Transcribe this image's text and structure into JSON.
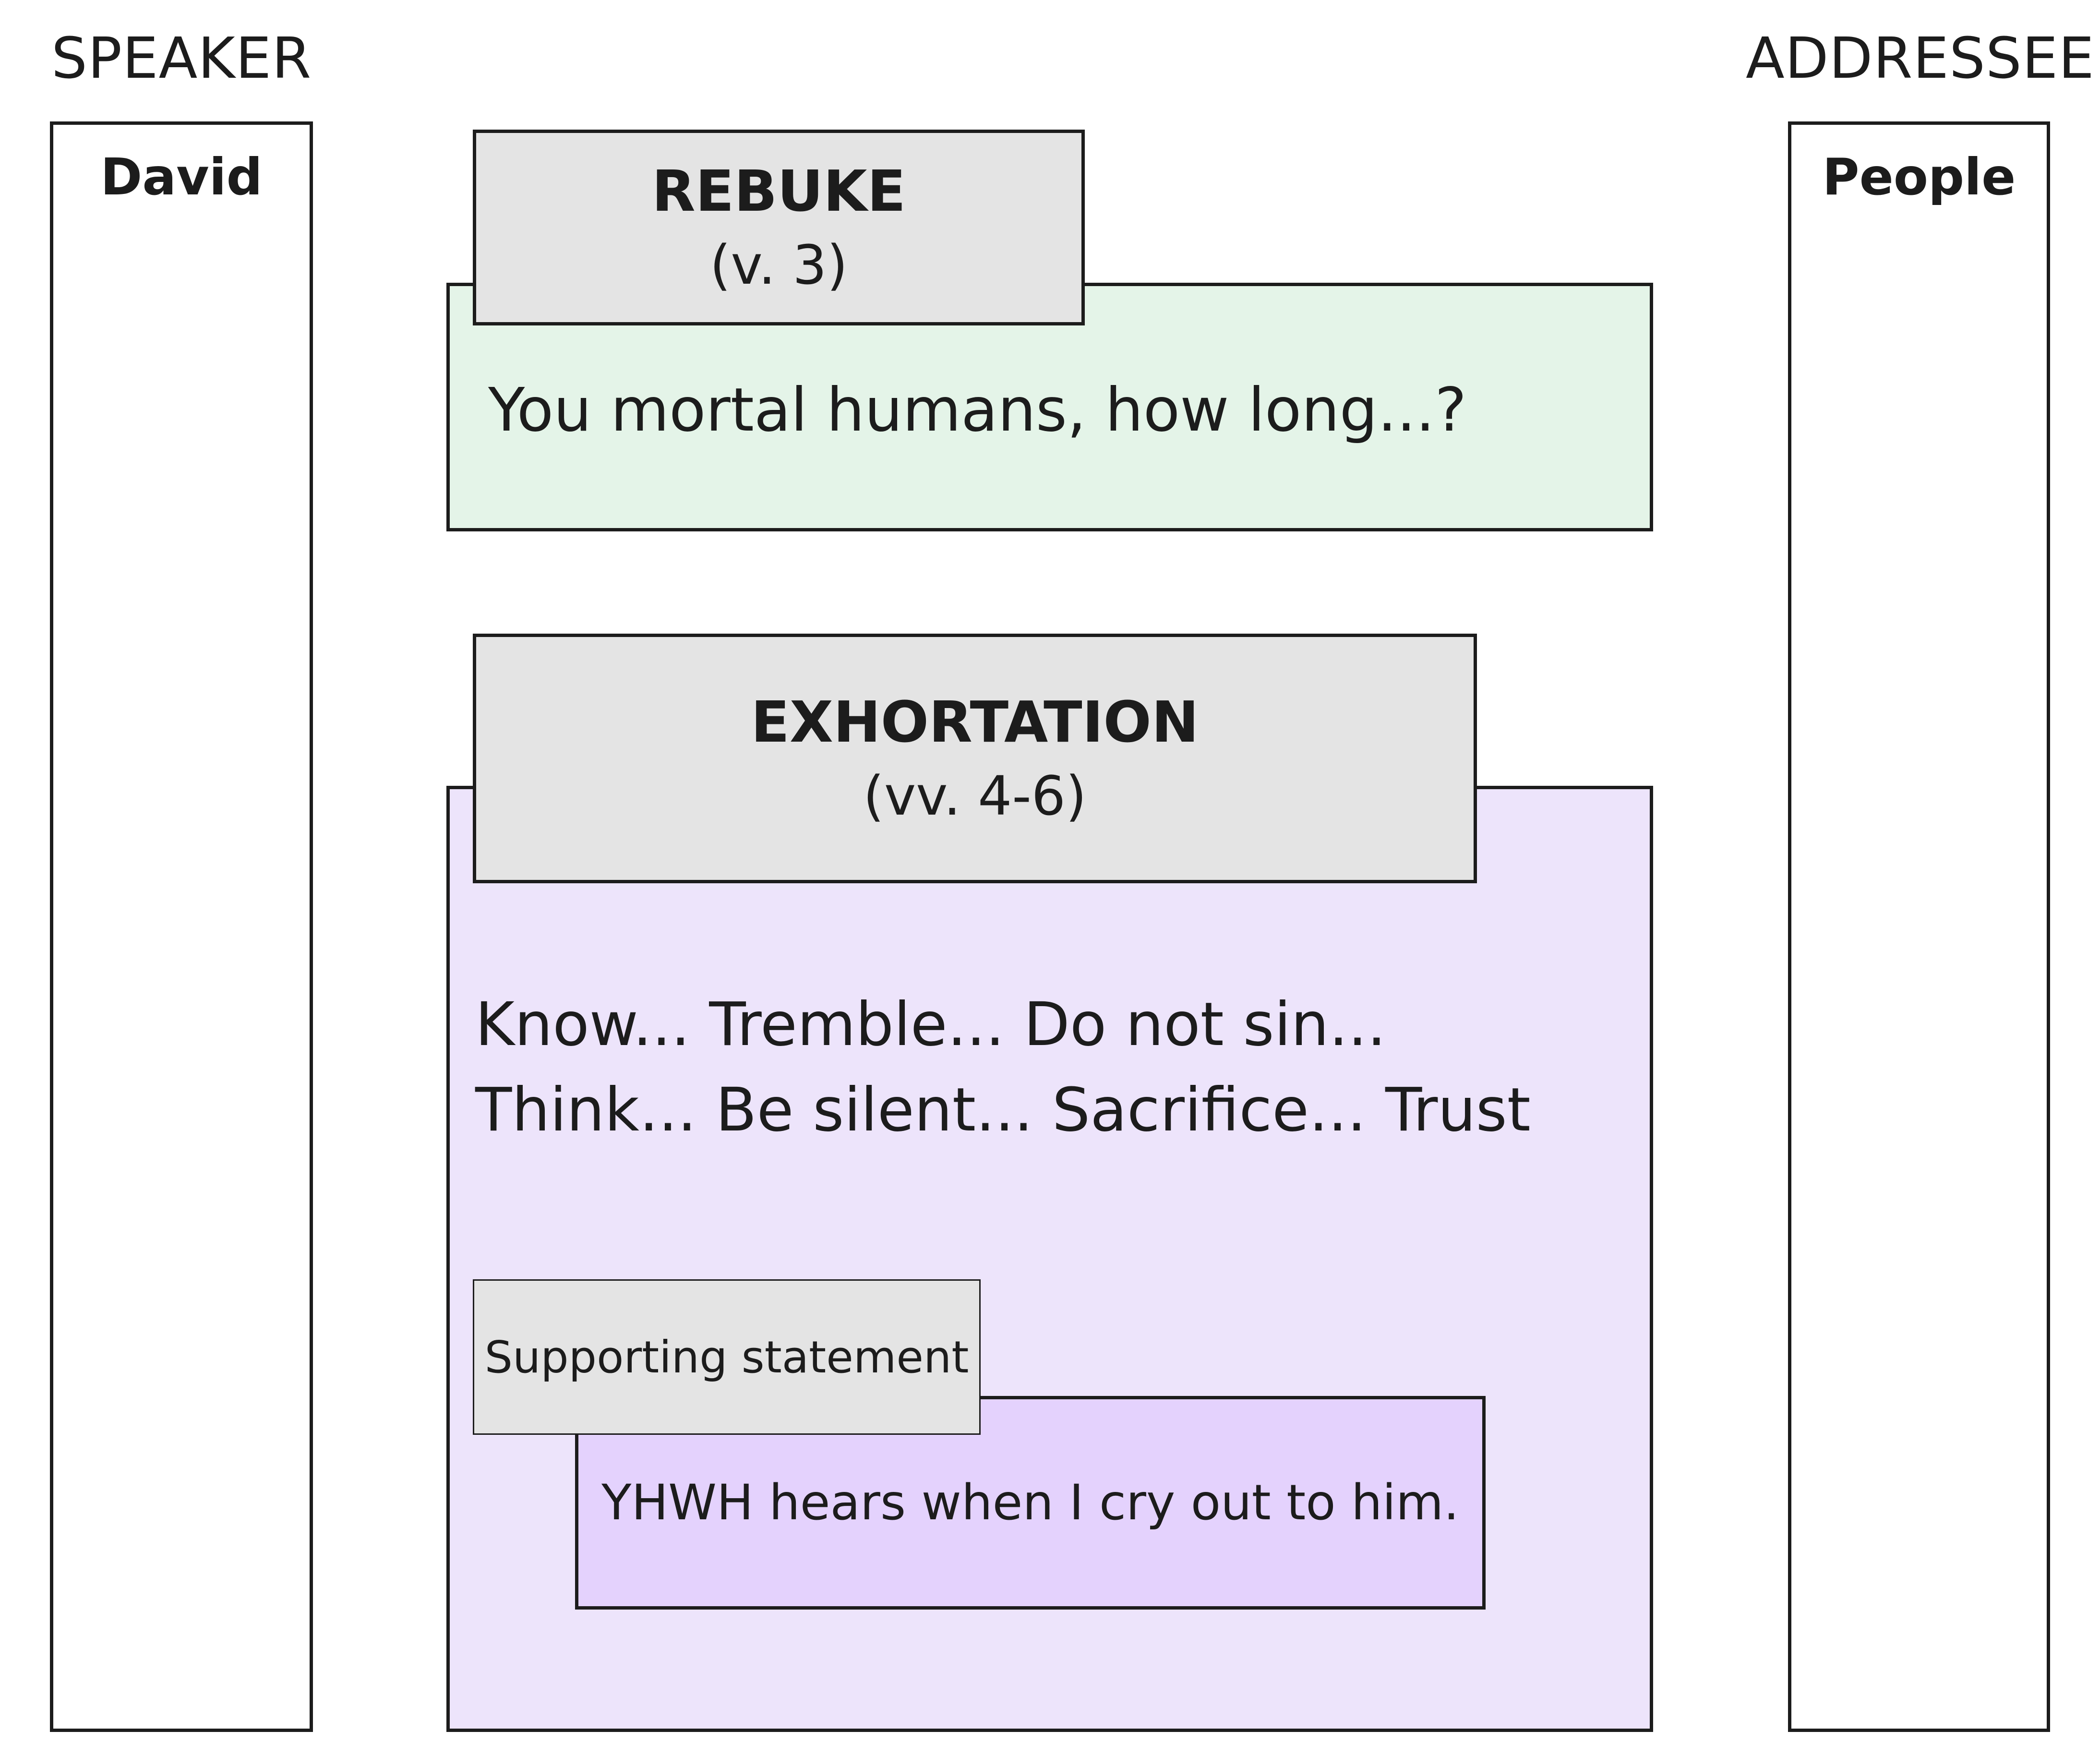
{
  "headings": {
    "speaker": "SPEAKER",
    "addressee": "ADDRESSEE"
  },
  "speaker": {
    "name": "David"
  },
  "addressee": {
    "name": "People"
  },
  "rebuke": {
    "title": "REBUKE",
    "ref": "(v. 3)",
    "text": "You mortal humans, how long...?"
  },
  "exhortation": {
    "title": "EXHORTATION",
    "ref": "(vv. 4-6)",
    "line1": "Know... Tremble... Do not sin...",
    "line2": "Think... Be silent... Sacrifice... Trust"
  },
  "support": {
    "label": "Supporting statement",
    "text": "YHWH hears when I cry out to him."
  }
}
